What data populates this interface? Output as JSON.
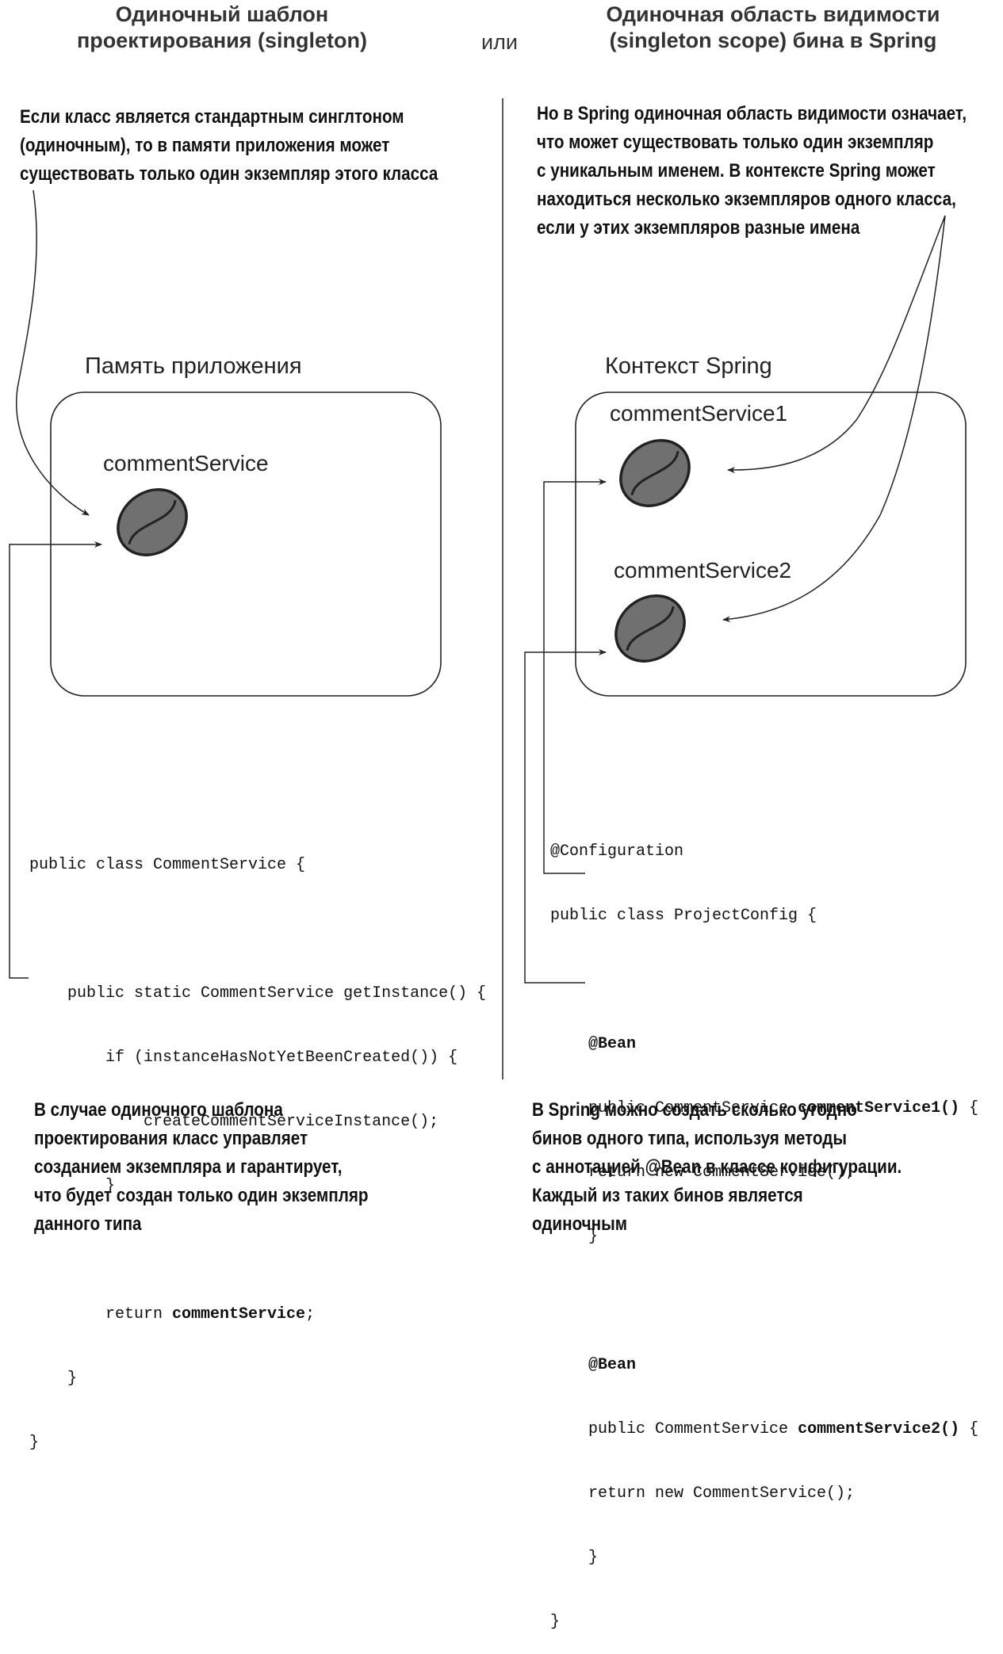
{
  "titles": {
    "left_line1": "Одиночный шаблон",
    "left_line2": "проектирования (singleton)",
    "separator": "или",
    "right_line1": "Одиночная область видимости",
    "right_line2": "(singleton scope) бина в Spring"
  },
  "left": {
    "note_top": [
      "Если класс является стандартным синглтоном",
      "(одиночным), то в памяти приложения может",
      "существовать только один экземпляр этого класса"
    ],
    "box_label": "Память приложения",
    "bean_label": "commentService",
    "code": {
      "l1": "public class CommentService {",
      "l2": "    public static CommentService getInstance() {",
      "l3": "        if (instanceHasNotYetBeenCreated()) {",
      "l4": "            createCommentServiceInstance();",
      "l5": "        }",
      "l6_prefix": "        return ",
      "l6_bold": "commentService",
      "l6_suffix": ";",
      "l7": "    }",
      "l8": "}"
    },
    "note_bottom": [
      "В случае одиночного шаблона",
      "проектирования класс управляет",
      "созданием экземпляра и гарантирует,",
      "что будет создан только один экземпляр",
      "данного типа"
    ]
  },
  "right": {
    "note_top": [
      "Но в Spring одиночная область видимости означает,",
      "что может существовать только один экземпляр",
      "с уникальным именем. В контексте Spring может",
      "находиться несколько экземпляров одного класса,",
      "если у этих экземпляров разные имена"
    ],
    "box_label": "Контекст Spring",
    "bean1_label": "commentService1",
    "bean2_label": "commentService2",
    "code": {
      "l1": "@Configuration",
      "l2": "public class ProjectConfig {",
      "bean_annotation": "@Bean",
      "m1_prefix": "    public CommentService ",
      "m1_bold": "commentService1() ",
      "m1_suffix": "{",
      "m2_prefix": "    public CommentService ",
      "m2_bold": "commentService2() ",
      "m2_suffix": "{",
      "ret": "    return new CommentService();",
      "close_inner": "    }",
      "close_outer": "}"
    },
    "note_bottom": [
      "В Spring можно создать сколько угодно",
      "бинов одного типа, используя методы",
      "с аннотацией @Bean в классе конфигурации.",
      "Каждый из таких бинов является",
      "одиночным"
    ]
  },
  "colors": {
    "bean_fill": "#707070",
    "stroke": "#222222"
  }
}
